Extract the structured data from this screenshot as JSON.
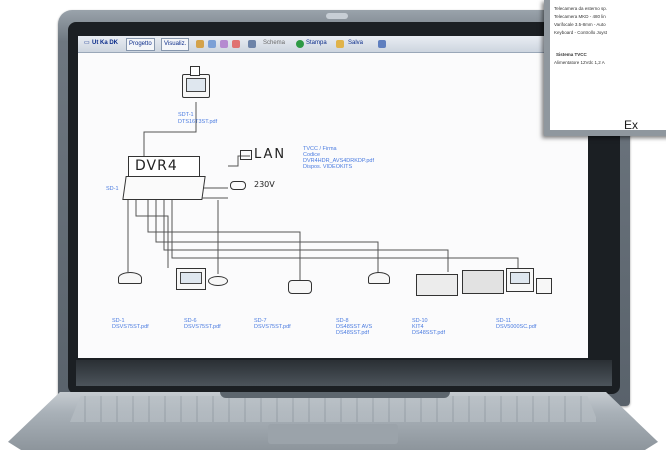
{
  "brand": {
    "logo": "▭"
  },
  "toolbar": {
    "items": [
      "Ut Ka DK",
      "Progetto",
      "Visualiz.",
      "Schema",
      "Stampa",
      "Salva"
    ]
  },
  "diagram": {
    "device_title": "DVR4",
    "lan_label": "LAN",
    "power_label": "230V",
    "top_monitor_label": "SDT-1",
    "top_monitor_code": "DTS16T3ST.pdf",
    "dvr_left_label": "SD-1",
    "dvr_info": [
      "TVCC / Firma",
      "Codice",
      "DVR4HDR_AVS4DRKDP.pdf",
      "Dispos. VIDEOKITS"
    ],
    "cams": [
      {
        "name": "SD-1",
        "code": "DSVS75ST.pdf"
      },
      {
        "name": "SD-6",
        "code": "DSVS75ST.pdf"
      },
      {
        "name": "SD-7",
        "code": "DSVS75ST.pdf"
      },
      {
        "name": "SD-8",
        "code": "DS48SST AVS\nDS48SST.pdf"
      },
      {
        "name": "SD-10",
        "code": "KIT4\nDS48SST.pdf"
      },
      {
        "name": "SD-11",
        "code": "DSV5000SC.pdf"
      }
    ]
  },
  "overlay": {
    "lines": [
      "Telecamera da esterno sp.",
      "Telecamera MKD - 480 lin",
      "Varifocale 3.5-8mm - Auto",
      "Keyboard - Controllo Joyst"
    ],
    "section": "Sistema TVCC",
    "power": "Alimentatore 12Vdc 1,2 A"
  },
  "caption": "Ex"
}
